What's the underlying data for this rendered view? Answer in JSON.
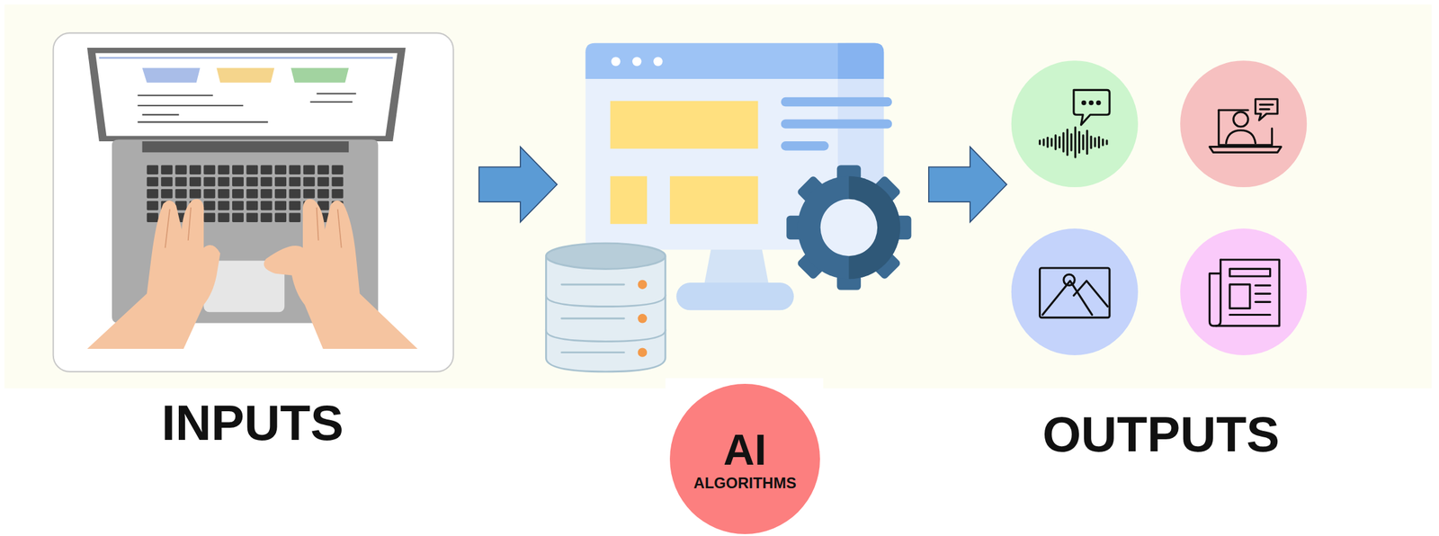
{
  "diagram": {
    "nodes": [
      {
        "text": [
          "AI",
          "ALGORITHMS"
        ]
      }
    ],
    "labels": [
      "INPUTS",
      "OUTPUTS"
    ]
  }
}
